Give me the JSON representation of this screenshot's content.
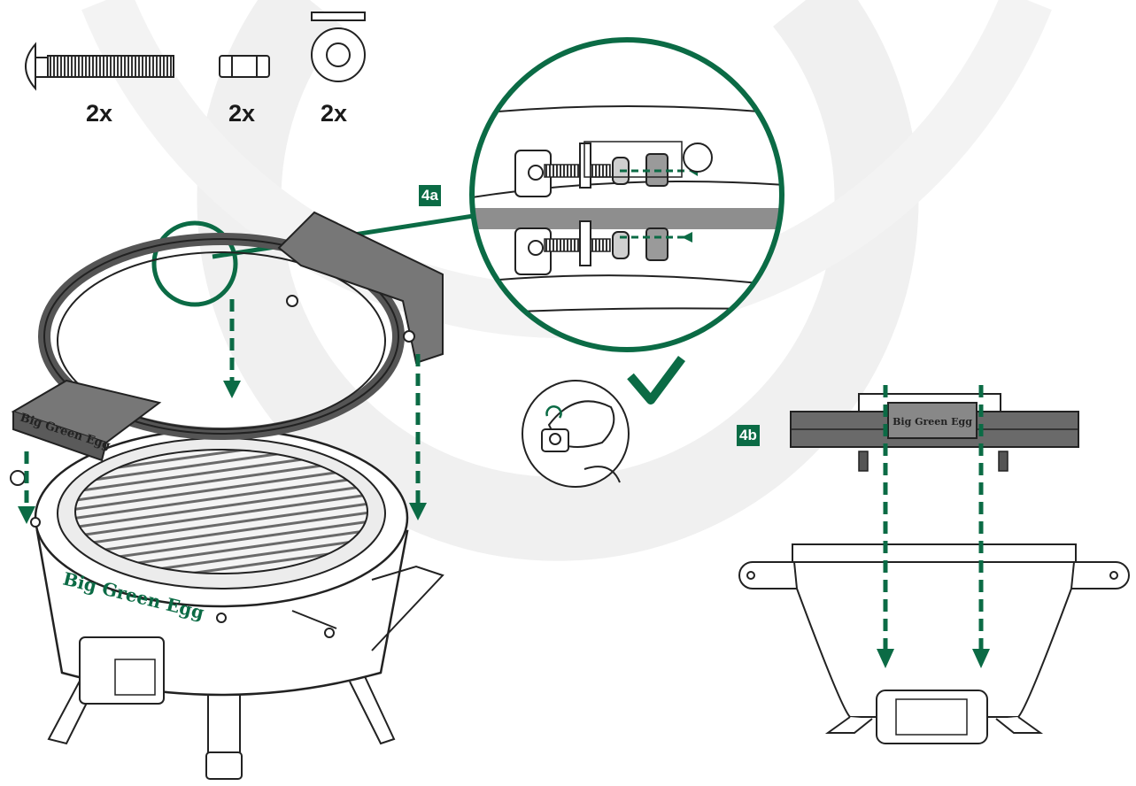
{
  "hardware": {
    "bolt": {
      "icon": "carriage-bolt-icon",
      "qty": "2x"
    },
    "nut": {
      "icon": "hex-nut-icon",
      "qty": "2x"
    },
    "washer": {
      "icon": "washer-icon",
      "qty": "2x"
    }
  },
  "steps": {
    "a": "4a",
    "b": "4b"
  },
  "brand": {
    "bracket_front": "Big Green Egg",
    "grill_body": "Big Green Egg",
    "bracket_top": "Big Green Egg"
  },
  "colors": {
    "accent": "#0b6b45",
    "watermark": "#f0f0f0",
    "outline": "#222222"
  }
}
